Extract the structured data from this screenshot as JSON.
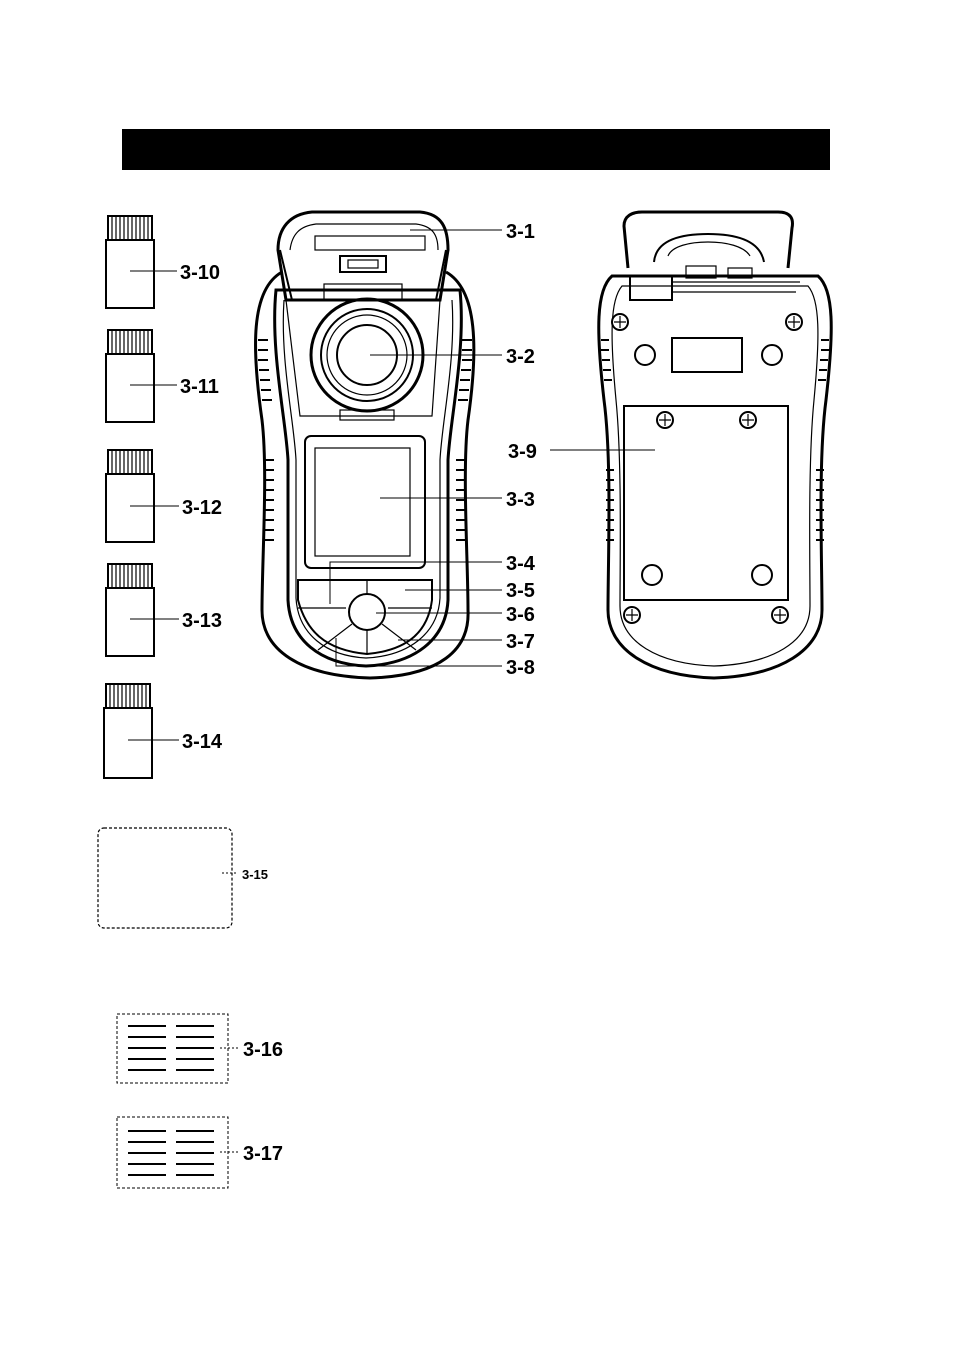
{
  "header": {
    "text": ""
  },
  "callouts": {
    "front": [
      "3-1",
      "3-2",
      "3-3",
      "3-4",
      "3-5",
      "3-6",
      "3-7",
      "3-8"
    ],
    "back": [
      "3-9"
    ],
    "bottles": [
      "3-10",
      "3-11",
      "3-12",
      "3-13",
      "3-14"
    ],
    "cloth": "3-15",
    "strips": [
      "3-16",
      "3-17"
    ]
  }
}
